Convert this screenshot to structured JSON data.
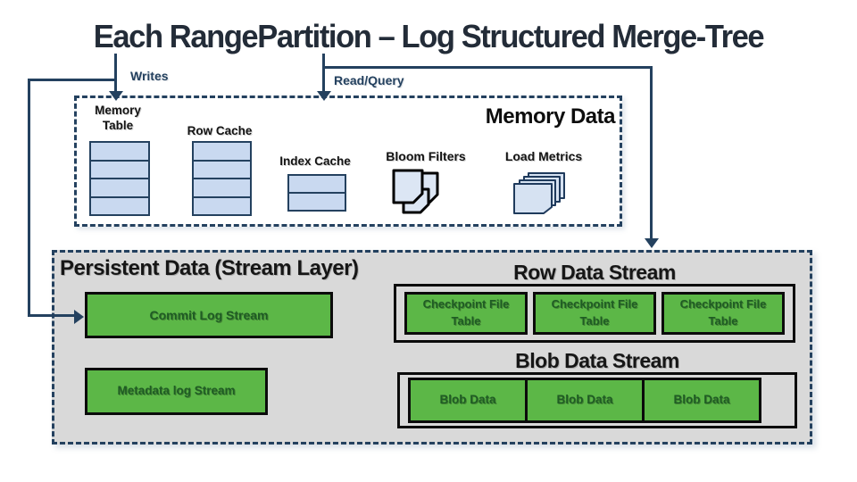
{
  "slide": {
    "title": "Each RangePartition – Log Structured Merge-Tree"
  },
  "flow": {
    "writes": "Writes",
    "read_query": "Read/Query"
  },
  "memory_box": {
    "heading": "Memory Data",
    "memory_table": "Memory Table",
    "row_cache": "Row Cache",
    "index_cache": "Index Cache",
    "bloom_filters": "Bloom Filters",
    "load_metrics": "Load Metrics"
  },
  "persistent_box": {
    "heading": "Persistent Data (Stream Layer)",
    "commit_log": "Commit Log Stream",
    "metadata_log": "Metadata log Stream",
    "row_data_stream": {
      "heading": "Row Data Stream",
      "boxes": [
        "Checkpoint File Table",
        "Checkpoint File Table",
        "Checkpoint File Table"
      ]
    },
    "blob_data_stream": {
      "heading": "Blob Data Stream",
      "boxes": [
        "Blob Data",
        "Blob Data",
        "Blob Data"
      ]
    }
  },
  "colors": {
    "navy": "#24415F",
    "title": "#232C38",
    "green": "#5CB747",
    "green_text": "#1F5C24",
    "panel_gray": "#D9D9D9",
    "table_blue": "#C9D9F0"
  }
}
